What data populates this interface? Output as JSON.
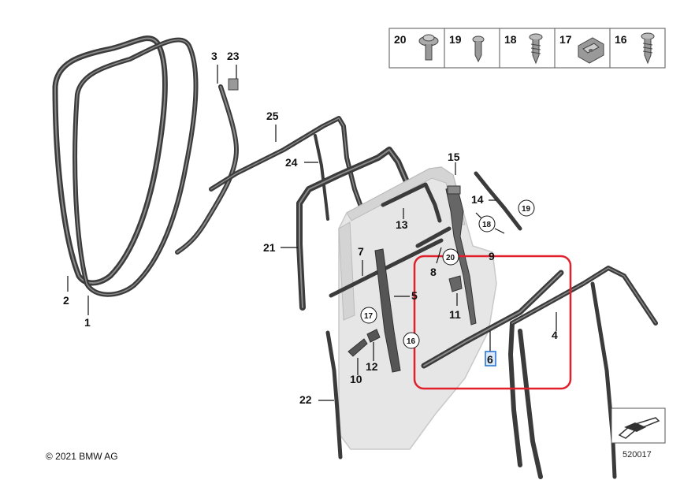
{
  "copyright": "© 2021 BMW AG",
  "diagram_number": "520017",
  "callouts": [
    "1",
    "2",
    "3",
    "4",
    "5",
    "6",
    "7",
    "8",
    "9",
    "10",
    "11",
    "12",
    "13",
    "14",
    "15",
    "16",
    "17",
    "18",
    "19",
    "20",
    "21",
    "22",
    "23",
    "24",
    "25"
  ],
  "circled_callouts": [
    "17",
    "16",
    "18",
    "19",
    "20"
  ],
  "fastener_legend": [
    {
      "number": "20",
      "icon": "flange-bolt-icon"
    },
    {
      "number": "19",
      "icon": "screw-icon"
    },
    {
      "number": "18",
      "icon": "self-tapping-screw-icon"
    },
    {
      "number": "17",
      "icon": "clip-nut-icon"
    },
    {
      "number": "16",
      "icon": "sheet-metal-screw-icon"
    }
  ],
  "highlight": {
    "color": "#e0202a",
    "selected_part": "6",
    "selected_color": "#1f6fd1"
  },
  "colors": {
    "seal_dark": "#3b3b3b",
    "door_panel": "#e6e6e6",
    "frame_light": "#d4d4d4"
  }
}
